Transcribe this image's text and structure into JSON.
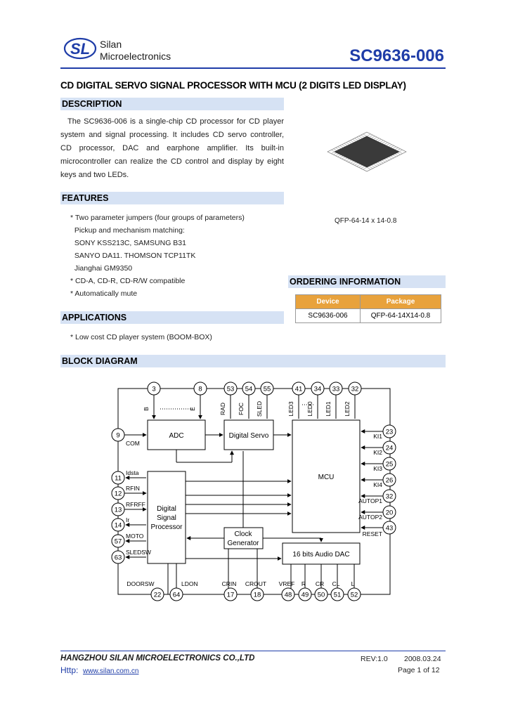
{
  "header": {
    "company_line1": "Silan",
    "company_line2": "Microelectronics",
    "logo_letters": "SL",
    "part_number": "SC9636-006"
  },
  "title": "CD DIGITAL SERVO SIGNAL PROCESSOR WITH MCU (2 DIGITS LED DISPLAY)",
  "description": {
    "heading": "DESCRIPTION",
    "text": "The SC9636-006 is a single-chip CD processor for CD player system and signal processing.  It includes CD servo controller, CD processor, DAC and earphone amplifier. Its built-in microcontroller can realize the CD control and display by eight keys and two LEDs."
  },
  "package_caption": "QFP-64-14 x 14-0.8",
  "features": {
    "heading": "FEATURES",
    "lines": [
      "* Two parameter jumpers (four groups of parameters)",
      "  Pickup and mechanism matching:",
      "  SONY KSS213C, SAMSUNG B31",
      "  SANYO DA11. THOMSON TCP11TK",
      "  Jianghai GM9350",
      "* CD-A, CD-R, CD-R/W compatible",
      "* Automatically mute"
    ]
  },
  "ordering": {
    "heading": "ORDERING INFORMATION",
    "columns": [
      "Device",
      "Package"
    ],
    "rows": [
      [
        "SC9636-006",
        "QFP-64-14X14-0.8"
      ]
    ]
  },
  "applications": {
    "heading": "APPLICATIONS",
    "lines": [
      "* Low cost CD player system (BOOM-BOX)"
    ]
  },
  "block_diagram": {
    "heading": "BLOCK DIAGRAM",
    "blocks": {
      "adc": "ADC",
      "servo": "Digital Servo",
      "mcu": "MCU",
      "dsp": [
        "Digital",
        "Signal",
        "Processor"
      ],
      "clock": [
        "Clock",
        "Generator"
      ],
      "dac": "16 bits Audio DAC"
    },
    "top_pins": [
      {
        "num": "3",
        "label": "B"
      },
      {
        "num": "8",
        "label": "E"
      },
      {
        "num": "53",
        "label": "RAD"
      },
      {
        "num": "54",
        "label": "FOC"
      },
      {
        "num": "55",
        "label": "SLED"
      },
      {
        "num": "41",
        "label": "LED3"
      },
      {
        "num": "34",
        "label": "LED0"
      },
      {
        "num": "33",
        "label": "LED1"
      },
      {
        "num": "32",
        "label": "LED2"
      }
    ],
    "left_pins": [
      {
        "num": "9",
        "label": "COM"
      },
      {
        "num": "11",
        "label": "Idsta"
      },
      {
        "num": "12",
        "label": "RFIN"
      },
      {
        "num": "13",
        "label": "RFRFF"
      },
      {
        "num": "14",
        "label": "Ir"
      },
      {
        "num": "57",
        "label": "MOTO"
      },
      {
        "num": "63",
        "label": "SLEDSW"
      }
    ],
    "right_pins": [
      {
        "num": "23",
        "label": "KI1"
      },
      {
        "num": "24",
        "label": "KI2"
      },
      {
        "num": "25",
        "label": "KI3"
      },
      {
        "num": "26",
        "label": "KI4"
      },
      {
        "num": "32",
        "label": "AUTOP1"
      },
      {
        "num": "20",
        "label": "AUTOP2"
      },
      {
        "num": "43",
        "label": "RESET"
      }
    ],
    "bottom_pins": [
      {
        "num": "22",
        "label": "DOORSW"
      },
      {
        "num": "64",
        "label": "LDON"
      },
      {
        "num": "17",
        "label": "CRIN"
      },
      {
        "num": "18",
        "label": "CROUT"
      },
      {
        "num": "48",
        "label": "VREF"
      },
      {
        "num": "49",
        "label": "R"
      },
      {
        "num": "50",
        "label": "CR"
      },
      {
        "num": "51",
        "label": "CL"
      },
      {
        "num": "52",
        "label": "L"
      }
    ]
  },
  "footer": {
    "company": "HANGZHOU SILAN MICROELECTRONICS CO.,LTD",
    "rev": "REV:1.0",
    "date": "2008.03.24",
    "http_label": "Http:",
    "url": "www.silan.com.cn",
    "page": "Page 1 of 12"
  },
  "colors": {
    "brand_blue": "#1f3da8",
    "section_bar": "#d6e2f4",
    "table_header": "#e8a23c"
  }
}
